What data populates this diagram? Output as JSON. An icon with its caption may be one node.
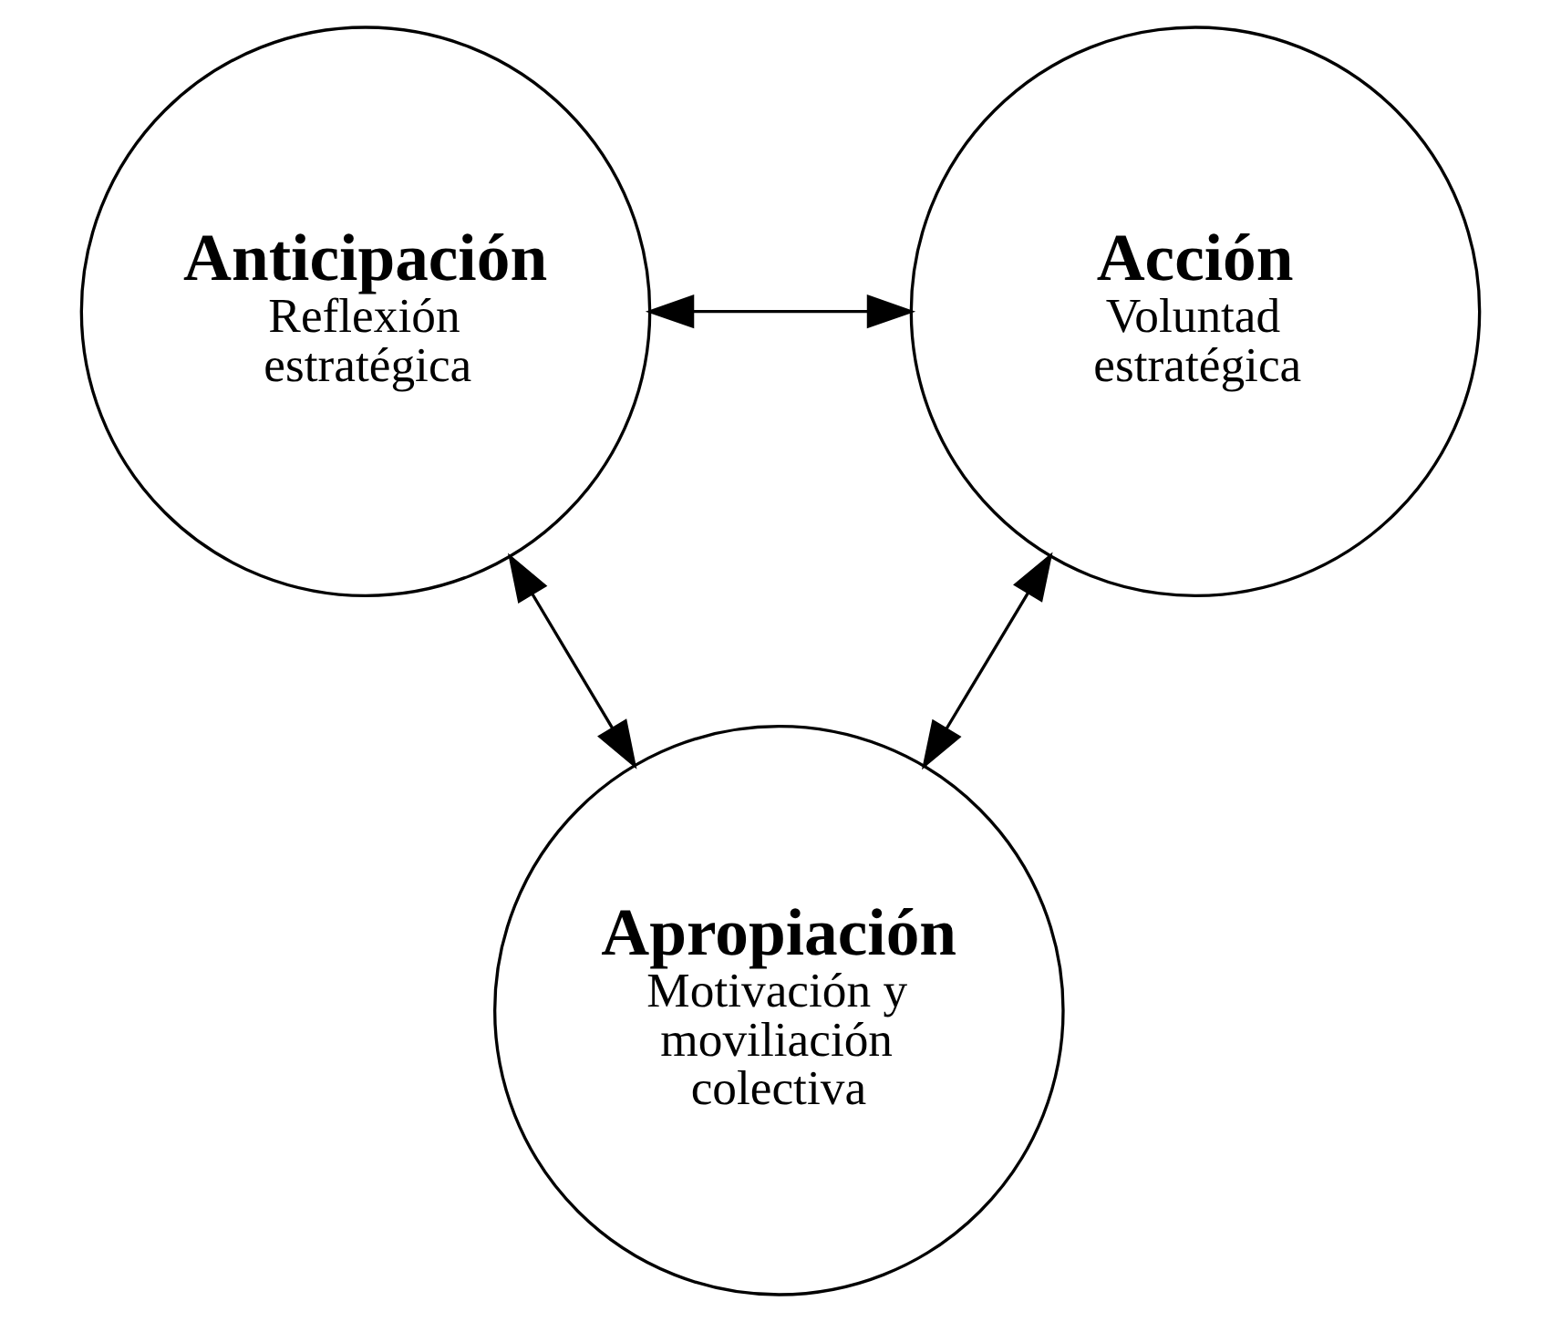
{
  "diagram": {
    "nodes": [
      {
        "text": [
          "Anticipación",
          "Reflexión estratégica"
        ]
      },
      {
        "text": [
          "Acción",
          "Voluntad estratégica"
        ]
      },
      {
        "text": [
          "Apropiación",
          "Motivación y moviliación colectiva"
        ]
      }
    ],
    "edges": [
      {
        "from": 0,
        "to": 1,
        "arrow": "both"
      },
      {
        "from": 0,
        "to": 2,
        "arrow": "both"
      },
      {
        "from": 1,
        "to": 2,
        "arrow": "both"
      }
    ]
  }
}
